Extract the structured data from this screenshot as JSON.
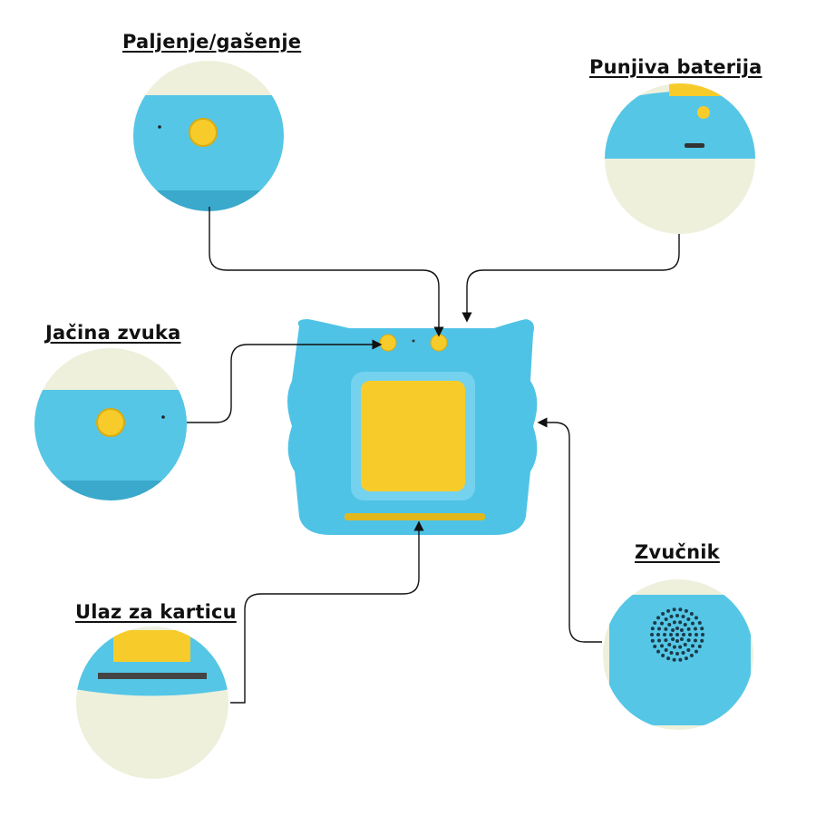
{
  "labels": {
    "power": "Paljenje/gašenje",
    "battery": "Punjiva baterija",
    "volume": "Jačina zvuka",
    "card_slot": "Ulaz za karticu",
    "speaker": "Zvučnik"
  },
  "colors": {
    "device_blue": "#4fc3e6",
    "device_yellow": "#f7cc2a",
    "circle_bg": "#eef0dc",
    "connector": "#111111"
  }
}
